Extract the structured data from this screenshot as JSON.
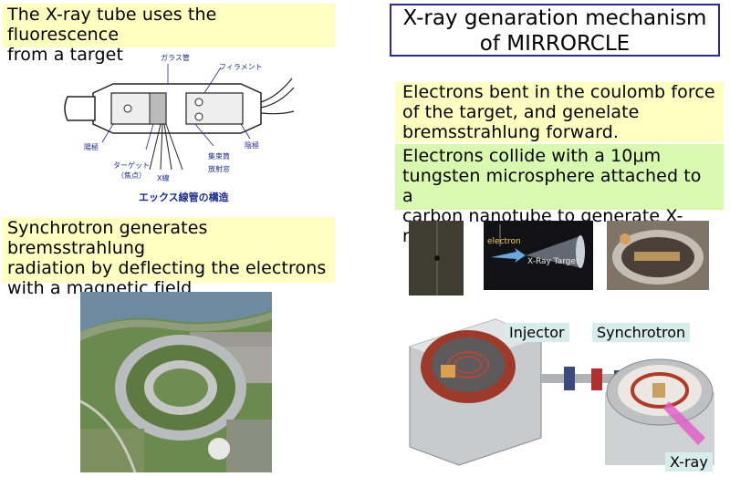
{
  "left": {
    "xray_tube_text": [
      "The X-ray tube uses the fluorescence",
      "from a target"
    ],
    "tube_diagram": {
      "labels": {
        "glass": "ガラス管",
        "filament": "フィラメント",
        "anode": "陽極",
        "cathode": "陰極",
        "target": "ターゲット",
        "focus": "（焦点）",
        "xray": "X線",
        "focusing": "集束筒",
        "beryllium": "放射窓"
      },
      "caption": "エックス線管の構造"
    },
    "synchrotron_text": [
      "Synchrotron generates bremsstrahlung",
      "radiation by deflecting the electrons",
      "with a magnetic field"
    ]
  },
  "right": {
    "title": [
      "X-ray genaration mechanism",
      "of MIRRORCLE"
    ],
    "bent_text": [
      "Electrons bent in the coulomb force",
      "of the target, and genelate",
      "bremsstrahlung forward."
    ],
    "collide_text": [
      "Electrons collide with a 10μm",
      "tungsten microsphere attached to a",
      "carbon nanotube to generate X-rays."
    ],
    "photo_labels": {
      "electron": "electron",
      "target": "X-Ray Target"
    },
    "device_labels": {
      "injector": "Injector",
      "synchrotron": "Synchrotron",
      "xray": "X-ray"
    }
  },
  "colors": {
    "yellow_box": "#ffffc2",
    "green_box": "#d9f8b0",
    "title_border": "#2c2c8c",
    "label_bg": "#d8ecec"
  }
}
